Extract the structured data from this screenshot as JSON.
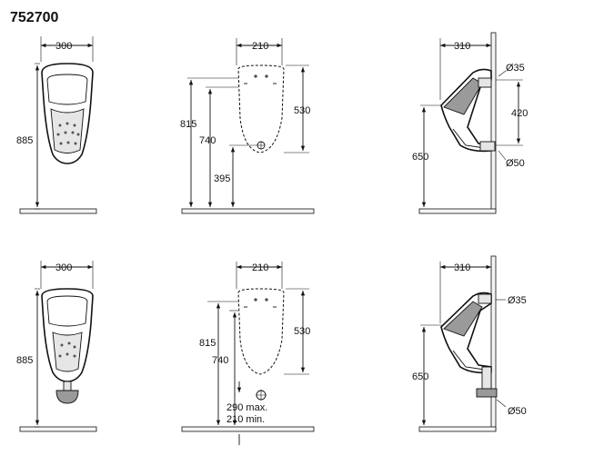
{
  "title": "752700",
  "top_row": {
    "front": {
      "width": "300",
      "height": "885"
    },
    "rear": {
      "width": "210",
      "overall": "815",
      "inlet": "740",
      "outlet": "395",
      "body": "530"
    },
    "side": {
      "depth": "310",
      "inlet_dia": "Ø35",
      "spacing": "420",
      "height": "650",
      "outlet_dia": "Ø50"
    }
  },
  "bottom_row": {
    "front": {
      "width": "300",
      "height": "885"
    },
    "rear": {
      "width": "210",
      "overall": "815",
      "inlet": "740",
      "body": "530",
      "range_max": "290 max.",
      "range_min": "210 min."
    },
    "side": {
      "depth": "310",
      "inlet_dia": "Ø35",
      "height": "650",
      "outlet_dia": "Ø50"
    }
  }
}
